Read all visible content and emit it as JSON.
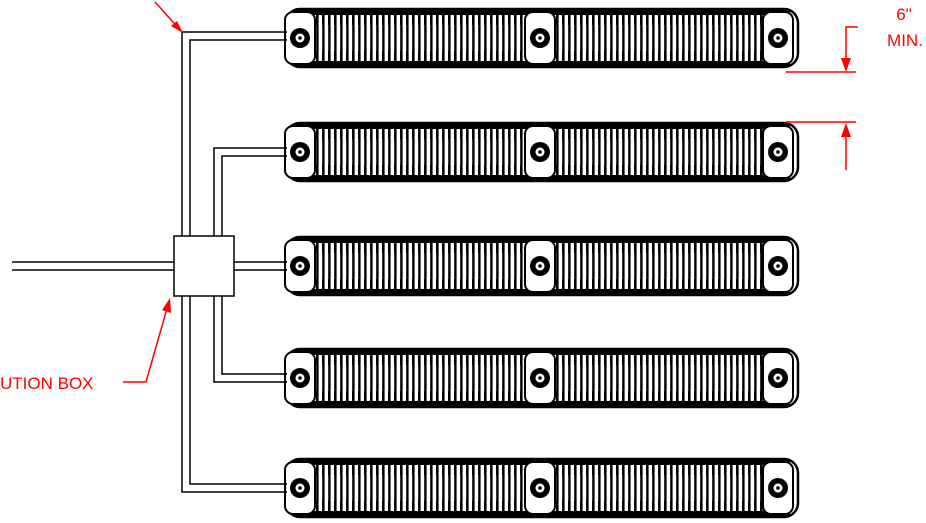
{
  "annotations": {
    "clearance_value": "6\"",
    "clearance_suffix": "MIN.",
    "box_label": "UTION BOX"
  },
  "colors": {
    "annotation": "#ff0000",
    "linework": "#000000",
    "background": "#ffffff"
  },
  "elements": {
    "heater_count": 5,
    "heater_style": "ribbed tube bank with end caps and center coupling",
    "junction": "distribution box with wiring runs"
  }
}
